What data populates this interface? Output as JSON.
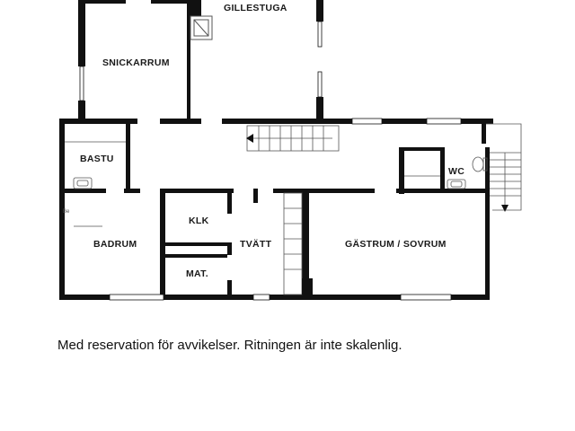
{
  "rooms": {
    "gillestuga": "GILLESTUGA",
    "snickarrum": "SNICKARRUM",
    "bastu": "BASTU",
    "badrum": "BADRUM",
    "klk": "KLK",
    "mat": "MAT.",
    "tvatt": "TVÄTT",
    "gastrum": "GÄSTRUM / SOVRUM",
    "wc": "WC"
  },
  "disclaimer": "Med reservation för avvikelser. Ritningen är inte skalenlig.",
  "colors": {
    "wall": "#111111",
    "fixture": "#555555",
    "background": "#ffffff"
  }
}
